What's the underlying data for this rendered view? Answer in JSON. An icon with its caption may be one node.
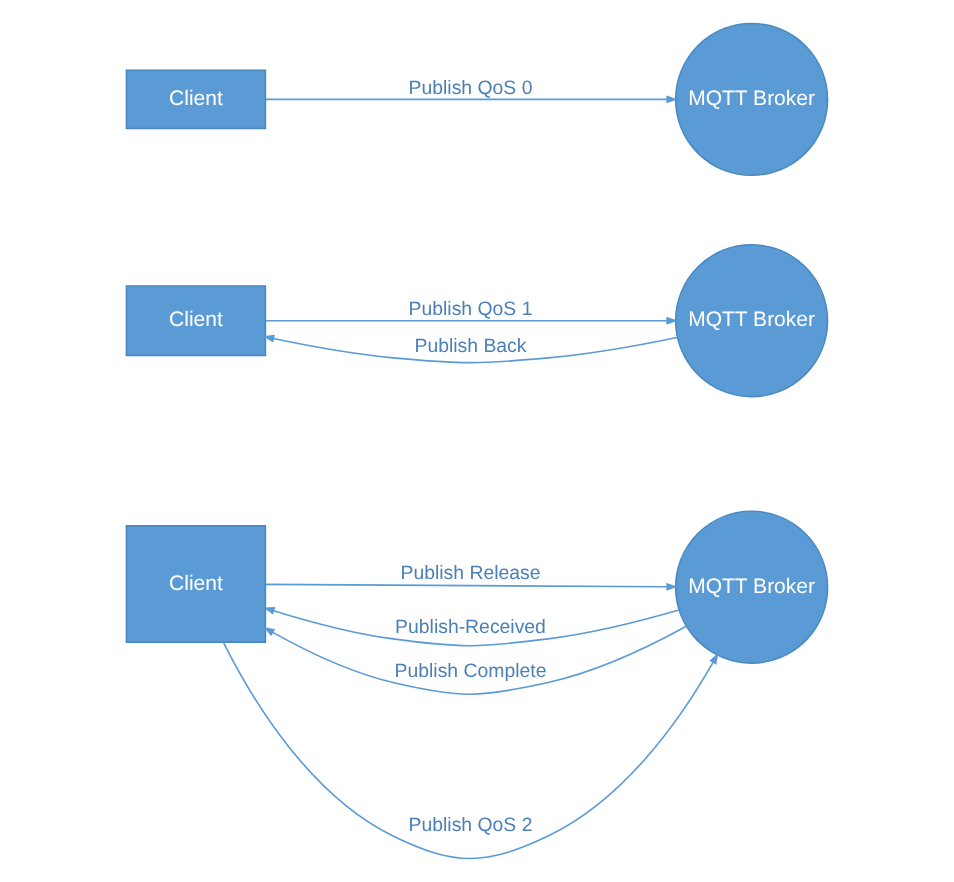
{
  "diagram": {
    "nodes": [
      {
        "text": [
          "Client"
        ]
      },
      {
        "text": [
          "MQTT Broker"
        ]
      },
      {
        "text": [
          "Client"
        ]
      },
      {
        "text": [
          "MQTT Broker"
        ]
      },
      {
        "text": [
          "Client"
        ]
      },
      {
        "text": [
          "MQTT Broker"
        ]
      }
    ],
    "edges": [
      {
        "from": 0,
        "to": 1,
        "arrow": "to",
        "label": "Publish QoS 0"
      },
      {
        "from": 2,
        "to": 3,
        "arrow": "to",
        "label": "Publish QoS 1"
      },
      {
        "from": 3,
        "to": 2,
        "arrow": "to",
        "label": "Publish Back"
      },
      {
        "from": 4,
        "to": 5,
        "arrow": "to",
        "label": "Publish QoS 2"
      },
      {
        "from": 5,
        "to": 4,
        "arrow": "to",
        "label": "Publish-Received"
      },
      {
        "from": 4,
        "to": 5,
        "arrow": "to",
        "label": "Publish Release"
      },
      {
        "from": 5,
        "to": 4,
        "arrow": "to",
        "label": "Publish Complete"
      }
    ]
  }
}
